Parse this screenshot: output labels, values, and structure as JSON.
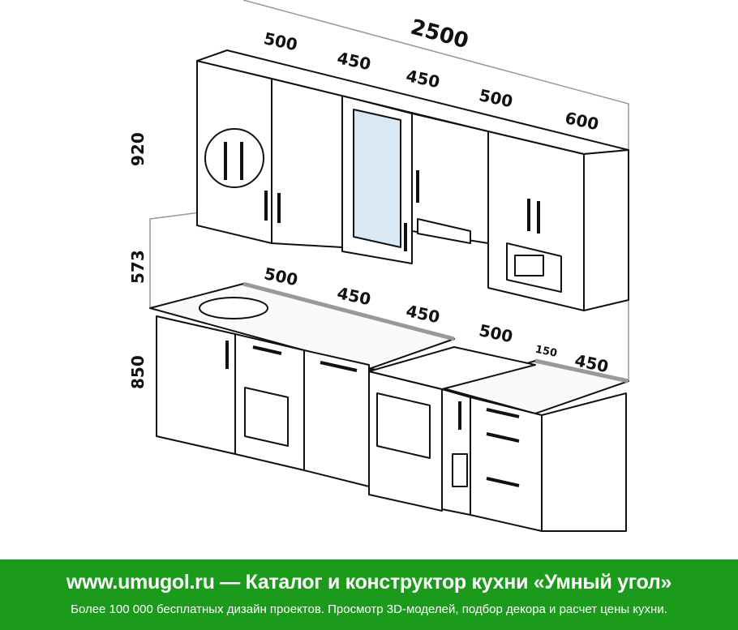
{
  "diagram": {
    "total_width": "2500",
    "upper_widths": [
      "500",
      "450",
      "450",
      "500",
      "600"
    ],
    "lower_widths": [
      "500",
      "450",
      "450",
      "500",
      "150",
      "450"
    ],
    "heights": {
      "upper": "920",
      "backsplash": "573",
      "base": "850"
    }
  },
  "banner": {
    "title": "www.umugol.ru — Каталог и конструктор кухни «Умный угол»",
    "subtitle": "Более 100 000 бесплатных дизайн проектов. Просмотр 3D-моделей, подбор декора и расчет цены кухни.",
    "color": "#1c9a1c"
  }
}
